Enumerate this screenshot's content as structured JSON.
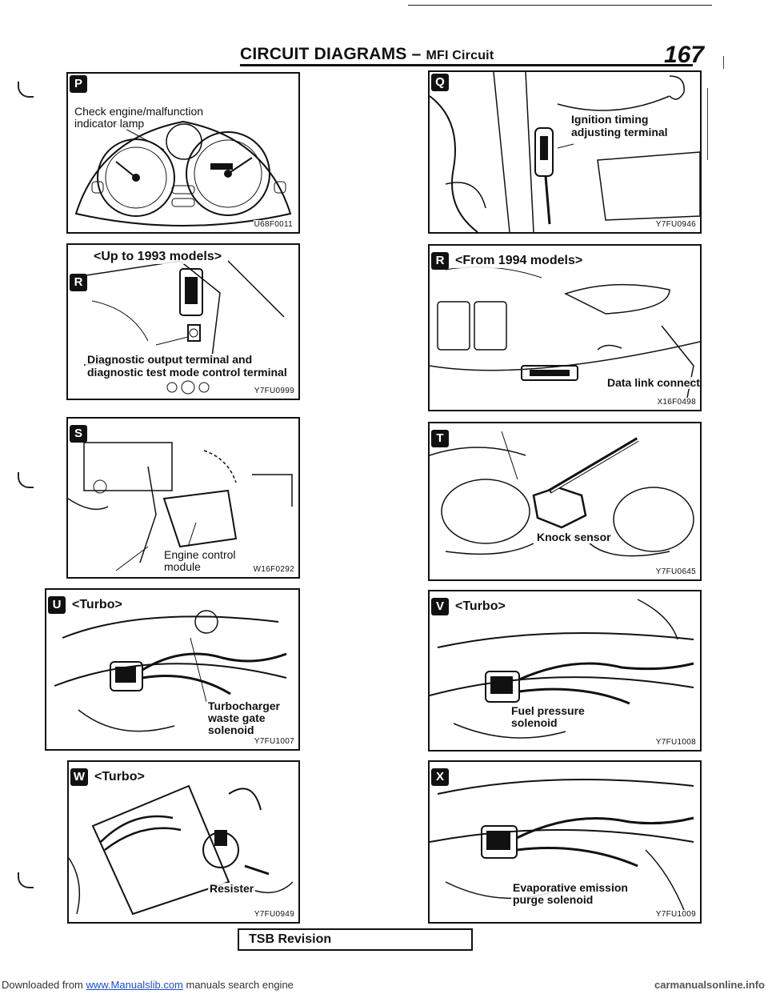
{
  "header": {
    "title": "CIRCUIT DIAGRAMS",
    "separator": " – ",
    "subtitle": "MFI Circuit",
    "page_number": "167"
  },
  "panels": {
    "P": {
      "badge": "P",
      "label_line1": "Check  engine/malfunction",
      "label_line2": "indicator lamp",
      "code": "U68F0011"
    },
    "Q": {
      "badge": "Q",
      "label_line1": "Ignition timing",
      "label_line2": "adjusting terminal",
      "code": "Y7FU0946"
    },
    "R1": {
      "badge": "R",
      "heading": "<Up to 1993 models>",
      "label_line1": "Diagnostic output terminal and",
      "label_line2": "diagnostic test mode control terminal",
      "code": "Y7FU0999"
    },
    "R2": {
      "badge": "R",
      "heading": "<From 1994 models>",
      "label": "Data link connector",
      "code": "X16F0498"
    },
    "S": {
      "badge": "S",
      "label_line1": "Engine  control",
      "label_line2": "module",
      "code": "W16F0292"
    },
    "T": {
      "badge": "T",
      "label": "Knock sensor",
      "code": "Y7FU0645"
    },
    "U": {
      "badge": "U",
      "heading": "<Turbo>",
      "label_line1": "Turbocharger",
      "label_line2": "waste    gate",
      "label_line3": "solenoid",
      "code": "Y7FU1007"
    },
    "V": {
      "badge": "V",
      "heading": "<Turbo>",
      "label_line1": "Fuel  pressure",
      "label_line2": "solenoid",
      "code": "Y7FU1008"
    },
    "W": {
      "badge": "W",
      "heading": "<Turbo>",
      "label": "Resister",
      "code": "Y7FU0949"
    },
    "X": {
      "badge": "X",
      "label_line1": "Evaporative emission",
      "label_line2": "purge solenoid",
      "code": "Y7FU1009"
    }
  },
  "tsb": {
    "label": "TSB  Revision"
  },
  "footer": {
    "prefix": "Downloaded from ",
    "link_text": "www.Manualslib.com",
    "suffix": " manuals search engine",
    "watermark": "carmanualsonline.info"
  }
}
